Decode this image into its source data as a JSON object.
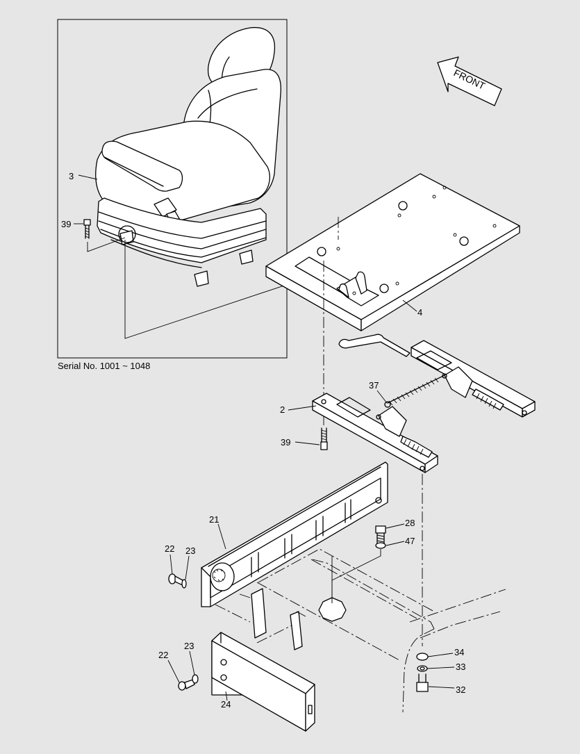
{
  "serial_caption": "Serial No. 1001 ~ 1048",
  "direction_label": "FRONT",
  "part_numbers": {
    "seat": "3",
    "bolt_seat": "39",
    "seat_plate": "4",
    "rail_left": "2",
    "spring": "37",
    "bolt_rail": "39",
    "cover": "21",
    "bolt_upper": "22",
    "washer_upper": "23",
    "bolt_28": "28",
    "washer_47": "47",
    "bolt_lower": "22",
    "washer_lower": "23",
    "side_panel": "24",
    "washer_34": "34",
    "washer_33": "33",
    "bolt_32": "32"
  },
  "colors": {
    "background": "#e6e6e6",
    "line": "#000000",
    "fill": "#ffffff"
  }
}
